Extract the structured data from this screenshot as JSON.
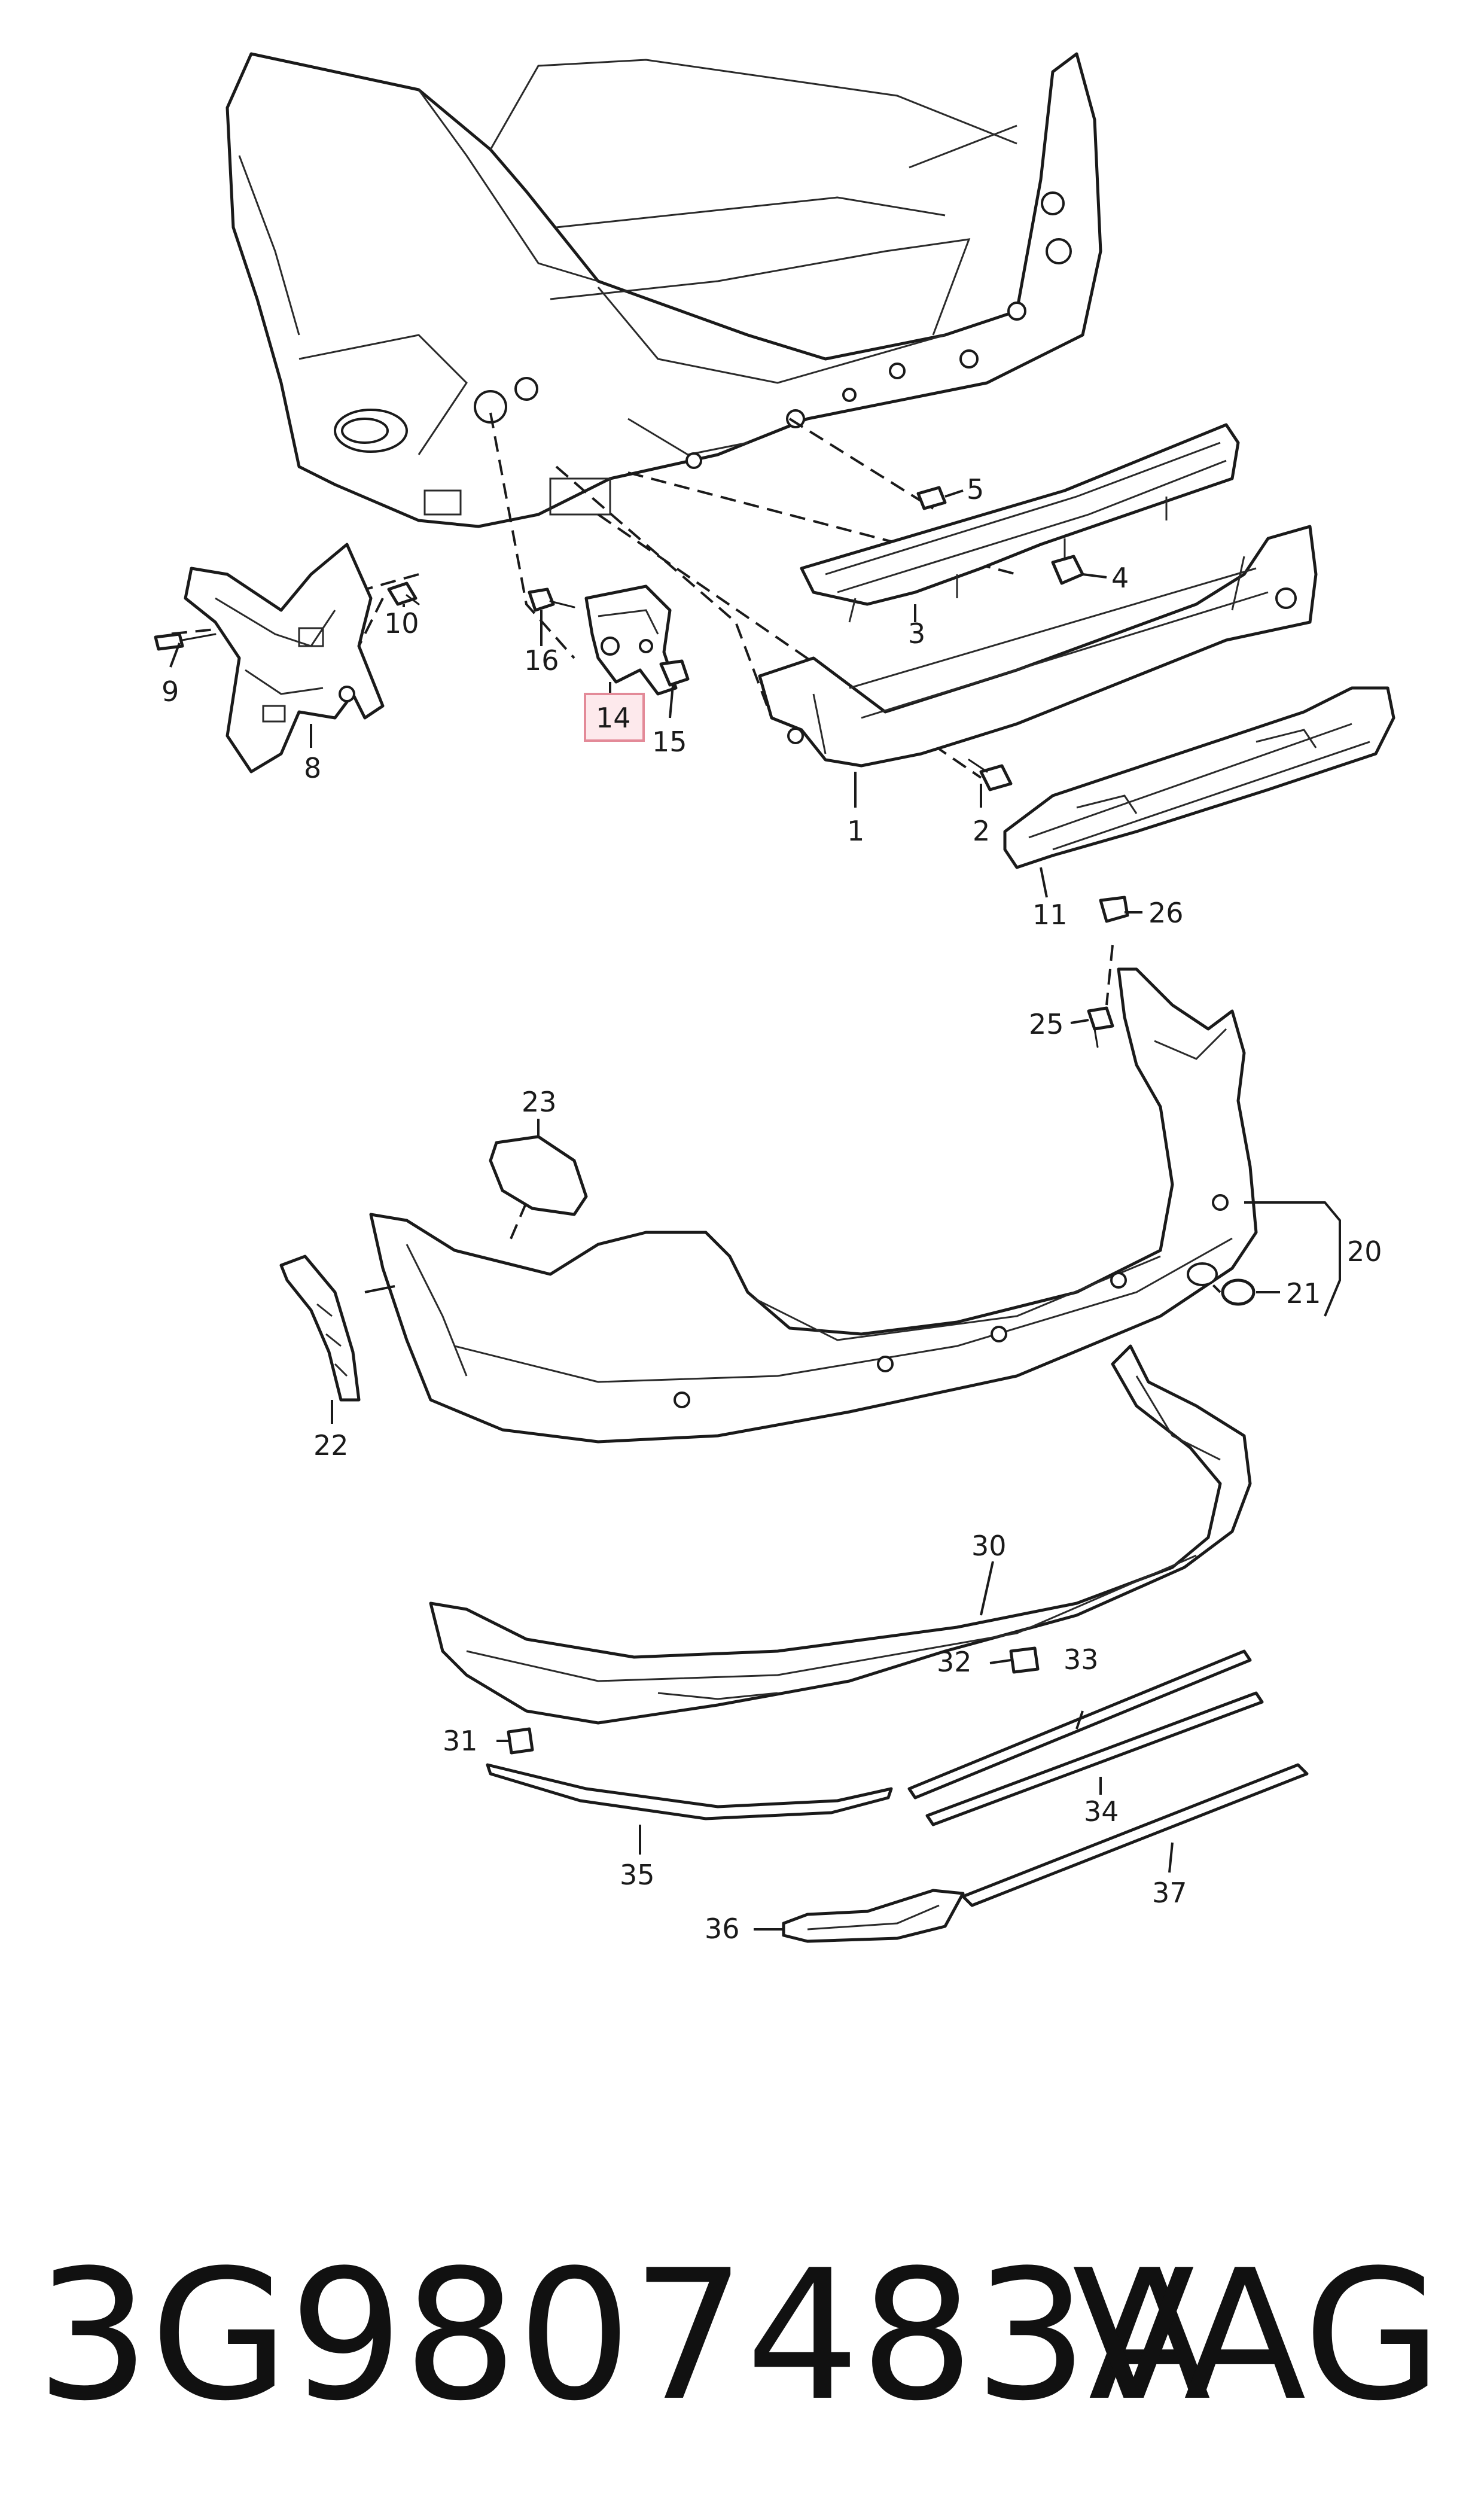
{
  "callouts": [
    "1",
    "2",
    "3",
    "4",
    "5",
    "8",
    "9",
    "10",
    "11",
    "14",
    "15",
    "16",
    "20",
    "21",
    "22",
    "23",
    "25",
    "26",
    "30",
    "31",
    "32",
    "33",
    "34",
    "35",
    "36",
    "37"
  ],
  "highlighted_callout": "14",
  "footer": {
    "part_number": "3G9807483A",
    "brand": "VAG"
  },
  "colors": {
    "highlight_fill": "#fde9ec",
    "highlight_stroke": "#e38a98",
    "line": "#1a1a1a"
  }
}
